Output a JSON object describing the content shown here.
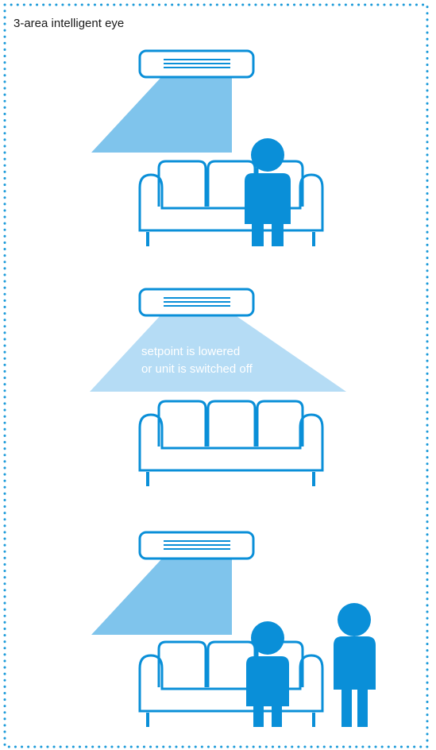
{
  "title": "3-area intelligent eye",
  "scenes": [
    {
      "id": "occupant-right",
      "label_lines": []
    },
    {
      "id": "room-empty",
      "label_lines": [
        "setpoint is lowered",
        "or unit is switched off"
      ]
    },
    {
      "id": "two-occupants",
      "label_lines": []
    }
  ],
  "colors": {
    "accent_blue": "#0a8fd8",
    "beam_blue": "#7fc4ec",
    "beam_light_blue": "#b5dcf5",
    "border_dots": "#1a9ad9"
  },
  "icons": [
    "air-conditioner-icon",
    "sofa-icon",
    "person-icon",
    "sensor-beam"
  ]
}
